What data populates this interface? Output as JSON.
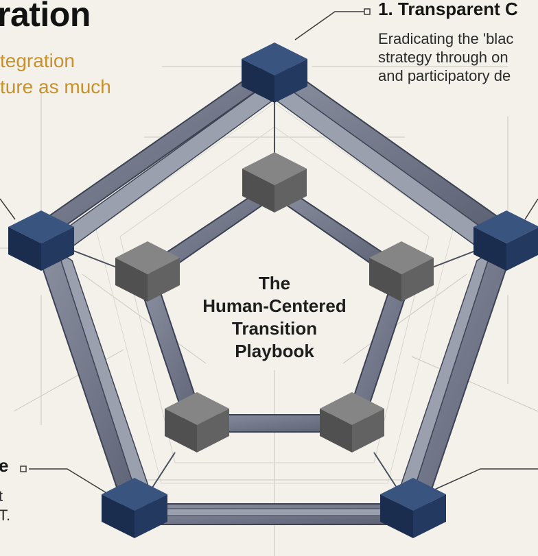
{
  "title_fragment": "ration",
  "subtitle_fragment": [
    "tegration",
    "ture as much"
  ],
  "item_top_right": {
    "title": "1. Transparent C",
    "description": [
      "Eradicating the 'blac",
      "strategy through on",
      "and participatory de"
    ]
  },
  "item_bottom_left": {
    "title": "e",
    "description": [
      "t",
      "T."
    ]
  },
  "center": {
    "lines": [
      "The",
      "Human-Centered",
      "Transition",
      "Playbook"
    ]
  },
  "colors": {
    "background": "#f3f1ea",
    "outer_cube": "#1f3458",
    "inner_cube": "#5f5f5f",
    "beam": "#6f7687",
    "accent_text": "#c8912b"
  }
}
